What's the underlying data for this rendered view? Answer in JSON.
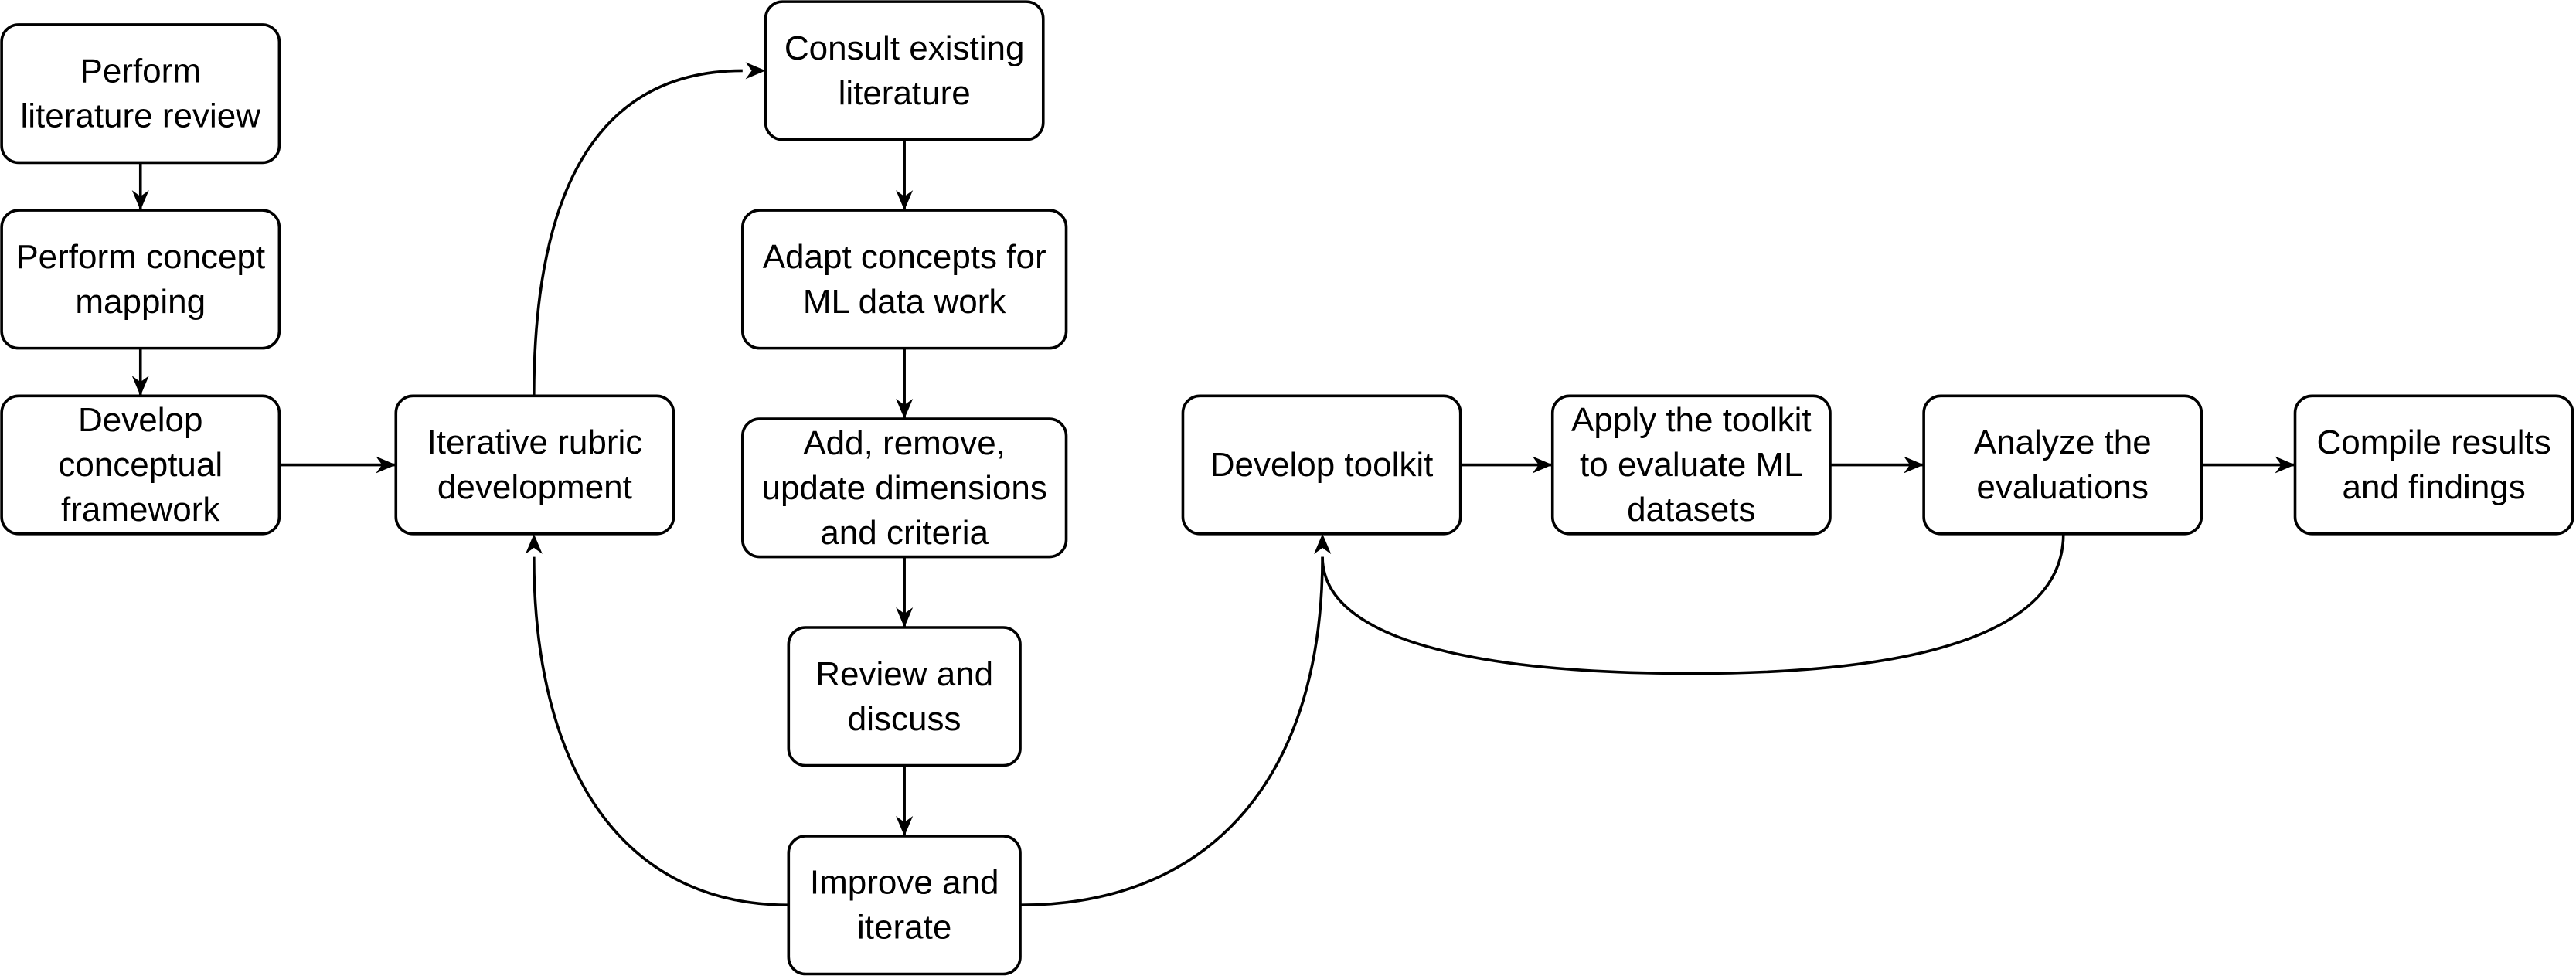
{
  "diagram": {
    "nodes": [
      {
        "id": "lit_review",
        "lines": [
          "Perform",
          "literature review"
        ]
      },
      {
        "id": "concept_mapping",
        "lines": [
          "Perform concept",
          "mapping"
        ]
      },
      {
        "id": "framework",
        "lines": [
          "Develop",
          "conceptual",
          "framework"
        ]
      },
      {
        "id": "rubric_dev",
        "lines": [
          "Iterative rubric",
          "development"
        ]
      },
      {
        "id": "consult_lit",
        "lines": [
          "Consult existing",
          "literature"
        ]
      },
      {
        "id": "adapt",
        "lines": [
          "Adapt concepts for",
          "ML data work"
        ]
      },
      {
        "id": "update_dims",
        "lines": [
          "Add, remove,",
          "update dimensions",
          "and criteria"
        ]
      },
      {
        "id": "review",
        "lines": [
          "Review and",
          "discuss"
        ]
      },
      {
        "id": "improve",
        "lines": [
          "Improve and",
          "iterate"
        ]
      },
      {
        "id": "toolkit",
        "lines": [
          "Develop toolkit"
        ]
      },
      {
        "id": "apply",
        "lines": [
          "Apply the toolkit",
          "to evaluate ML",
          "datasets"
        ]
      },
      {
        "id": "analyze",
        "lines": [
          "Analyze the",
          "evaluations"
        ]
      },
      {
        "id": "compile",
        "lines": [
          "Compile results",
          "and findings"
        ]
      }
    ],
    "edges": [
      {
        "from": "lit_review",
        "to": "concept_mapping",
        "style": "straight"
      },
      {
        "from": "concept_mapping",
        "to": "framework",
        "style": "straight"
      },
      {
        "from": "framework",
        "to": "rubric_dev",
        "style": "straight"
      },
      {
        "from": "rubric_dev",
        "to": "consult_lit",
        "style": "curved"
      },
      {
        "from": "consult_lit",
        "to": "adapt",
        "style": "straight"
      },
      {
        "from": "adapt",
        "to": "update_dims",
        "style": "straight"
      },
      {
        "from": "update_dims",
        "to": "review",
        "style": "straight"
      },
      {
        "from": "review",
        "to": "improve",
        "style": "straight"
      },
      {
        "from": "improve",
        "to": "rubric_dev",
        "style": "curved"
      },
      {
        "from": "improve",
        "to": "toolkit",
        "style": "curved"
      },
      {
        "from": "toolkit",
        "to": "apply",
        "style": "straight"
      },
      {
        "from": "apply",
        "to": "analyze",
        "style": "straight"
      },
      {
        "from": "analyze",
        "to": "toolkit",
        "style": "curved"
      },
      {
        "from": "analyze",
        "to": "compile",
        "style": "straight"
      }
    ]
  }
}
